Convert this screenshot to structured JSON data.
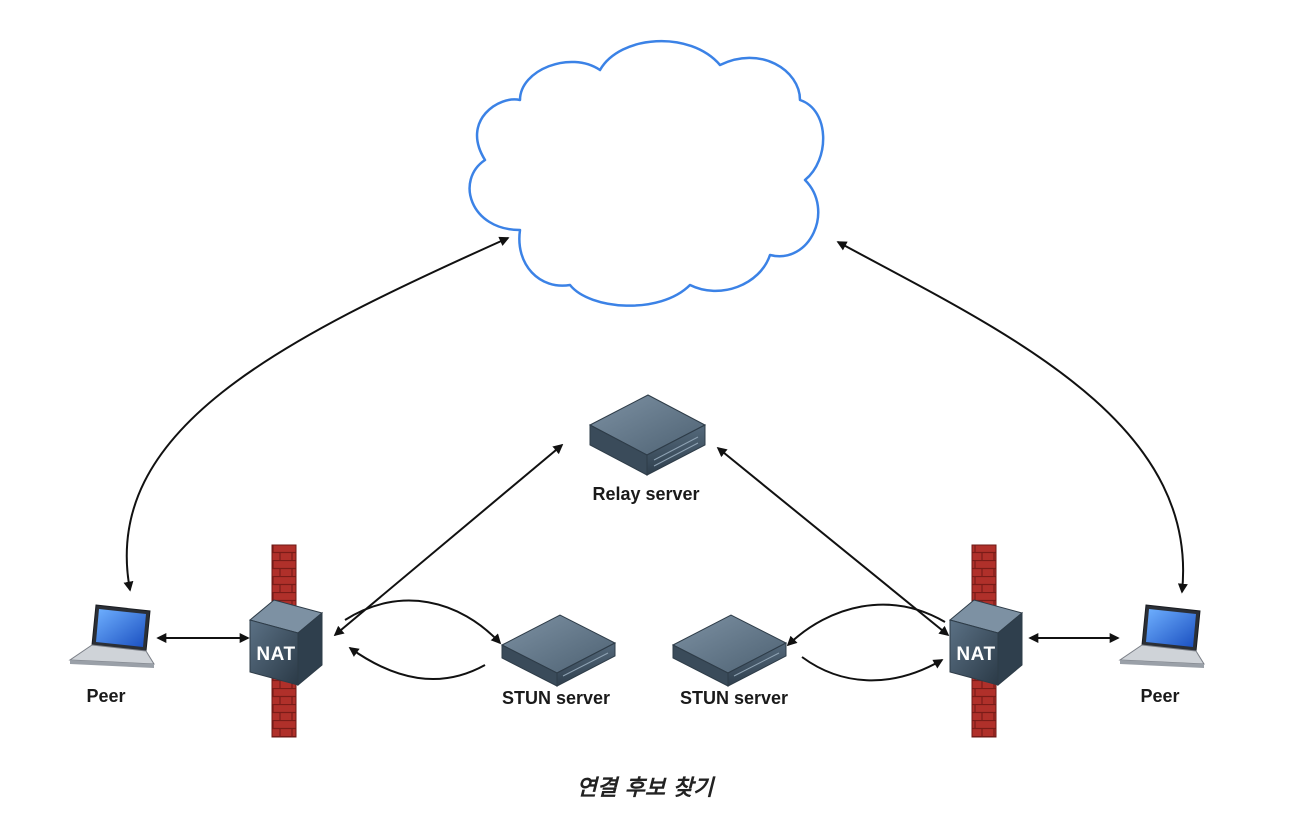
{
  "nodes": {
    "relay": {
      "label": "Relay server"
    },
    "stun_left": {
      "label": "STUN server"
    },
    "stun_right": {
      "label": "STUN server"
    },
    "peer_left": {
      "label": "Peer"
    },
    "peer_right": {
      "label": "Peer"
    },
    "nat_left": {
      "label": "NAT"
    },
    "nat_right": {
      "label": "NAT"
    }
  },
  "caption": "연결 후보 찾기",
  "colors": {
    "cloud_stroke": "#3b82e6",
    "firewall": "#b0302a",
    "nat_body": "#3f5566",
    "server_body": "#4a5d6e",
    "arrow": "#111111"
  }
}
